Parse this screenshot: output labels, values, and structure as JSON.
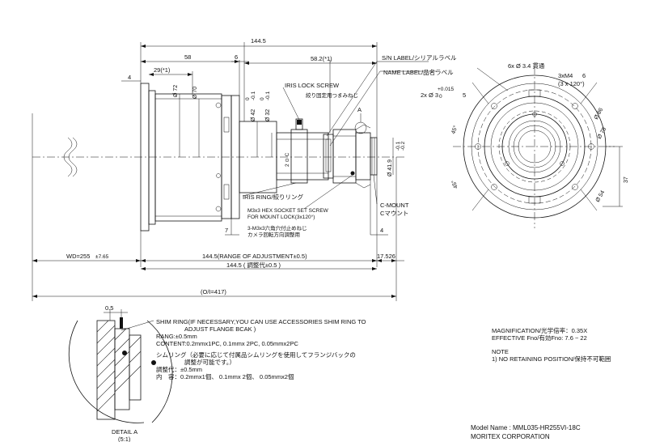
{
  "dims": {
    "overall_length": "144.5",
    "d58": "58",
    "d6": "6",
    "d29": "29(*1)",
    "d4_left": "4",
    "d582": "58.2(*1)",
    "phi72": "Ø 72",
    "phi70": "Ø 70",
    "phi42": "Ø 42",
    "phi42_tol_upper": "0",
    "phi42_tol_lower": "-0.1",
    "phi32": "Ø 32",
    "phi32_tol_upper": "0",
    "phi32_tol_lower": "-0.1",
    "phi419": "Ø 41.9",
    "phi419_tol_upper": "-0.1",
    "phi419_tol_lower": "-0.2",
    "d7": "7",
    "d4_right": "4",
    "wd": "WD=255",
    "wd_tol": "±7.65",
    "range_adj": "144.5(RANGE OF ADJUSTMENT±0.5)",
    "range_adj_jp": "144.5 ( 調整代±0.5 )",
    "d17526": "17.526",
    "oi": "(O/I=417)",
    "d05": "0.5"
  },
  "labels": {
    "sn_label": "S/N LABEL/シリアルラベル",
    "name_label": "NAME LABEL/品名ラベル",
    "iris_lock": "IRIS LOCK SCREW",
    "iris_lock_jp": "絞り固定用つまみねじ",
    "a_mark": "A",
    "iris_ring": "IRIS RING/絞りリング",
    "hex_screw_1": "M3x3 HEX SOCKET SET SCREW",
    "hex_screw_2": "FOR MOUNT LOCK(3x120°)",
    "hex_screw_jp1": "3-M3x3六角穴付止めねじ",
    "hex_screw_jp2": "カメラ回転方向調整用",
    "c_mount": "C-MOUNT",
    "c_mount_jp": "Cマウント",
    "holes_6x": "6x Ø 3.4 貫通",
    "holes_3x_a": "3xM4",
    "holes_3x_b": "6",
    "holes_3x_c": "(3 x 120°)",
    "holes_2x": "2x Ø 3",
    "holes_2x_tol": "+0.015",
    "holes_2x_tol2": "0",
    "holes_2x_depth": "5",
    "phi86": "Ø 86",
    "phi78": "Ø 78",
    "phi54": "Ø 54",
    "ang45_a": "45°",
    "ang45_b": "45°",
    "d37": "37",
    "iris_marks": "2 ⊙ C"
  },
  "notes": {
    "shim_1": "SHIM RING(IF NECESSARY,YOU CAN USE  ACCESSORIES SHIM RING TO",
    "shim_2": "ADJUST FLANGE BCAK  )",
    "shim_3": "RANG:±0.5mm",
    "shim_4": "CONTENT:0.2mmx1PC, 0.1mmx 2PC, 0.05mmx2PC",
    "shim_jp1": "シムリング（必要に応じて付属品シムリングを使用してフランジバックの",
    "shim_jp2": "調整が可能です。）",
    "shim_jp3": "調整代：±0.5mm",
    "shim_jp4": "内　容：0.2mmx1個、 0.1mmx 2個、 0.05mmx2個",
    "magnification": "MAGNIFICATION/光学倍率：0.35X",
    "fno": "EFFECTIVE Fno/有効Fno: 7.6 ~ 22",
    "note_head": "NOTE",
    "note_1": "1) NO RETAINING POSITION/保持不可範囲",
    "detail": "DETAIL A",
    "detail_scale": "(5:1)"
  },
  "title_block": {
    "model": "Model Name : MML035-HR255VI-18C",
    "company": "MORITEX CORPORATION"
  }
}
